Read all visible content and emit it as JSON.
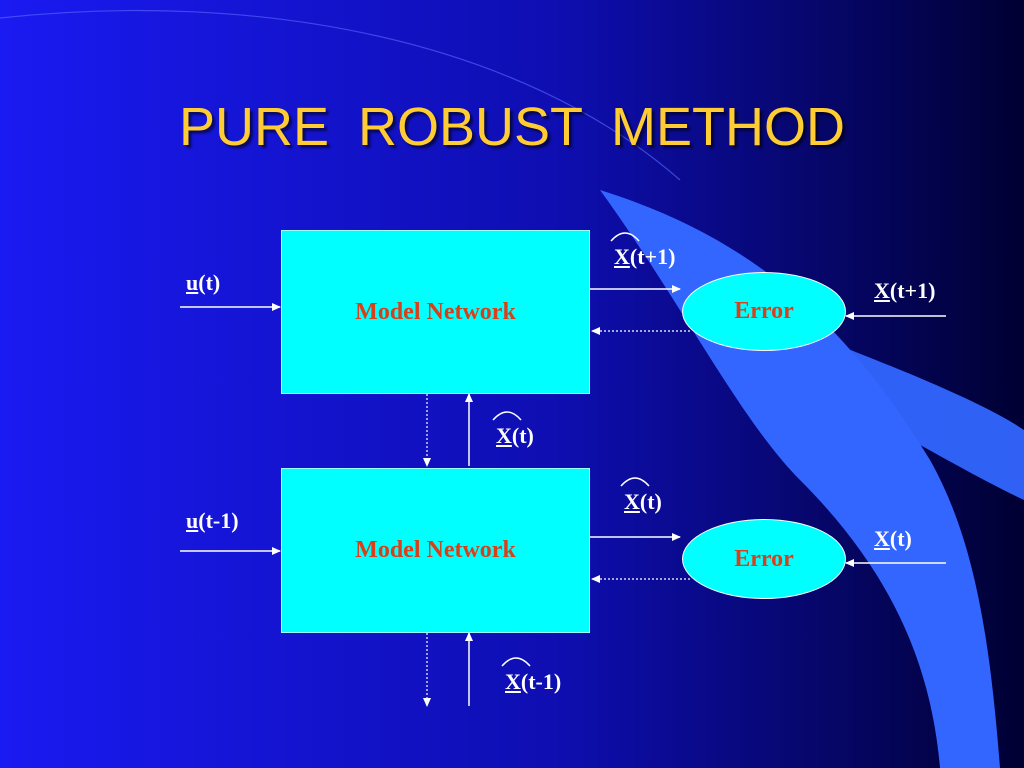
{
  "slide": {
    "title": "PURE  ROBUST  METHOD"
  },
  "diagram": {
    "model_top_label": "Model Network",
    "model_bottom_label": "Model Network",
    "error_top_label": "Error",
    "error_bottom_label": "Error",
    "input_top": {
      "symbol": "u",
      "arg": "(t)"
    },
    "input_bottom": {
      "symbol": "u",
      "arg": "(t-1)"
    },
    "estimate_top_out": {
      "symbol": "X",
      "arg": "(t+1)",
      "hat": true
    },
    "measured_top": {
      "symbol": "X",
      "arg": "(t+1)"
    },
    "estimate_mid": {
      "symbol": "X",
      "arg": "(t)",
      "hat": true
    },
    "estimate_bottom_out": {
      "symbol": "X",
      "arg": "(t)",
      "hat": true
    },
    "measured_bottom": {
      "symbol": "X",
      "arg": "(t)"
    },
    "estimate_bottom_in": {
      "symbol": "X",
      "arg": "(t-1)",
      "hat": true
    }
  },
  "colors": {
    "background_left": "#1A1AF2",
    "background_right": "#000066",
    "swoosh": "#3366FF",
    "title": "#FFCC33",
    "box_fill": "#00FFFF",
    "box_text": "#D9401A",
    "arrows": "#FFFFFF"
  }
}
